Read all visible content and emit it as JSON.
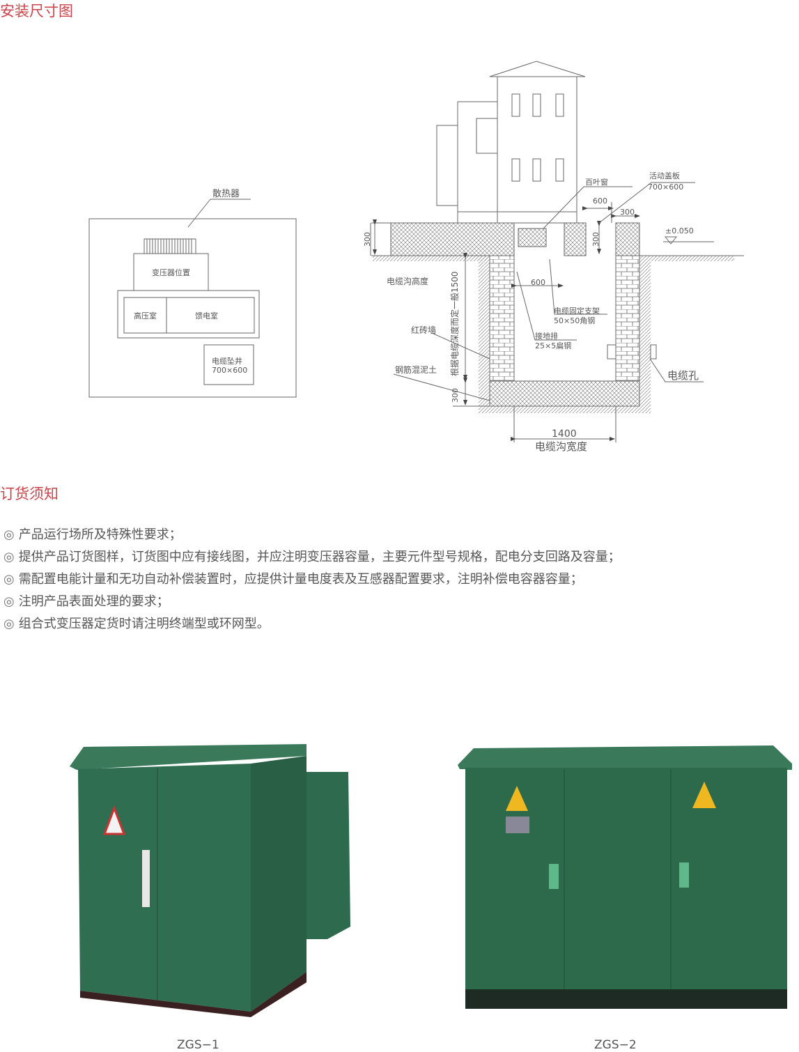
{
  "sections": {
    "install_title": "安装尺寸图",
    "order_title": "订货须知"
  },
  "plan": {
    "radiator": "散热器",
    "transformer": "变压器位置",
    "hv_room": "高压室",
    "feeder_room": "馈电室",
    "cable_well": "电缆坠井",
    "cable_well_size": "700×600"
  },
  "section_view": {
    "louver": "百叶窗",
    "cover": "活动盖板",
    "cover_size": "700×600",
    "dim_600_top": "600",
    "dim_300_top": "300",
    "dim_300_left": "300",
    "dim_300_mid": "300",
    "elevation": "±0.050",
    "trench_height": "电缆沟高度",
    "depth_note": "根据电缆深度而定一般1500",
    "dim_600_mid": "600",
    "bracket": "电缆固定支架",
    "bracket_spec": "50×50角钢",
    "ground_bar": "接地排",
    "ground_spec": "25×5扁钢",
    "brick": "红砖墙",
    "concrete": "钢筋混泥土",
    "dim_300_bottom": "300",
    "cable_hole": "电缆孔",
    "width": "1400",
    "width_label": "电缆沟宽度"
  },
  "notes": {
    "bullet": "◎",
    "items": [
      "产品运行场所及特殊性要求；",
      "提供产品订货图样，订货图中应有接线图，并应注明变压器容量，主要元件型号规格，配电分支回路及容量；",
      "需配置电能计量和无功自动补偿装置时，应提供计量电度表及互感器配置要求，注明补偿电容器容量；",
      "注明产品表面处理的要求；",
      "组合式变压器定货时请注明终端型或环网型。"
    ]
  },
  "products": [
    {
      "caption": "ZGS−1"
    },
    {
      "caption": "ZGS−2"
    }
  ],
  "colors": {
    "accent": "#c8444a",
    "cabinet": "#2f6b4e"
  }
}
